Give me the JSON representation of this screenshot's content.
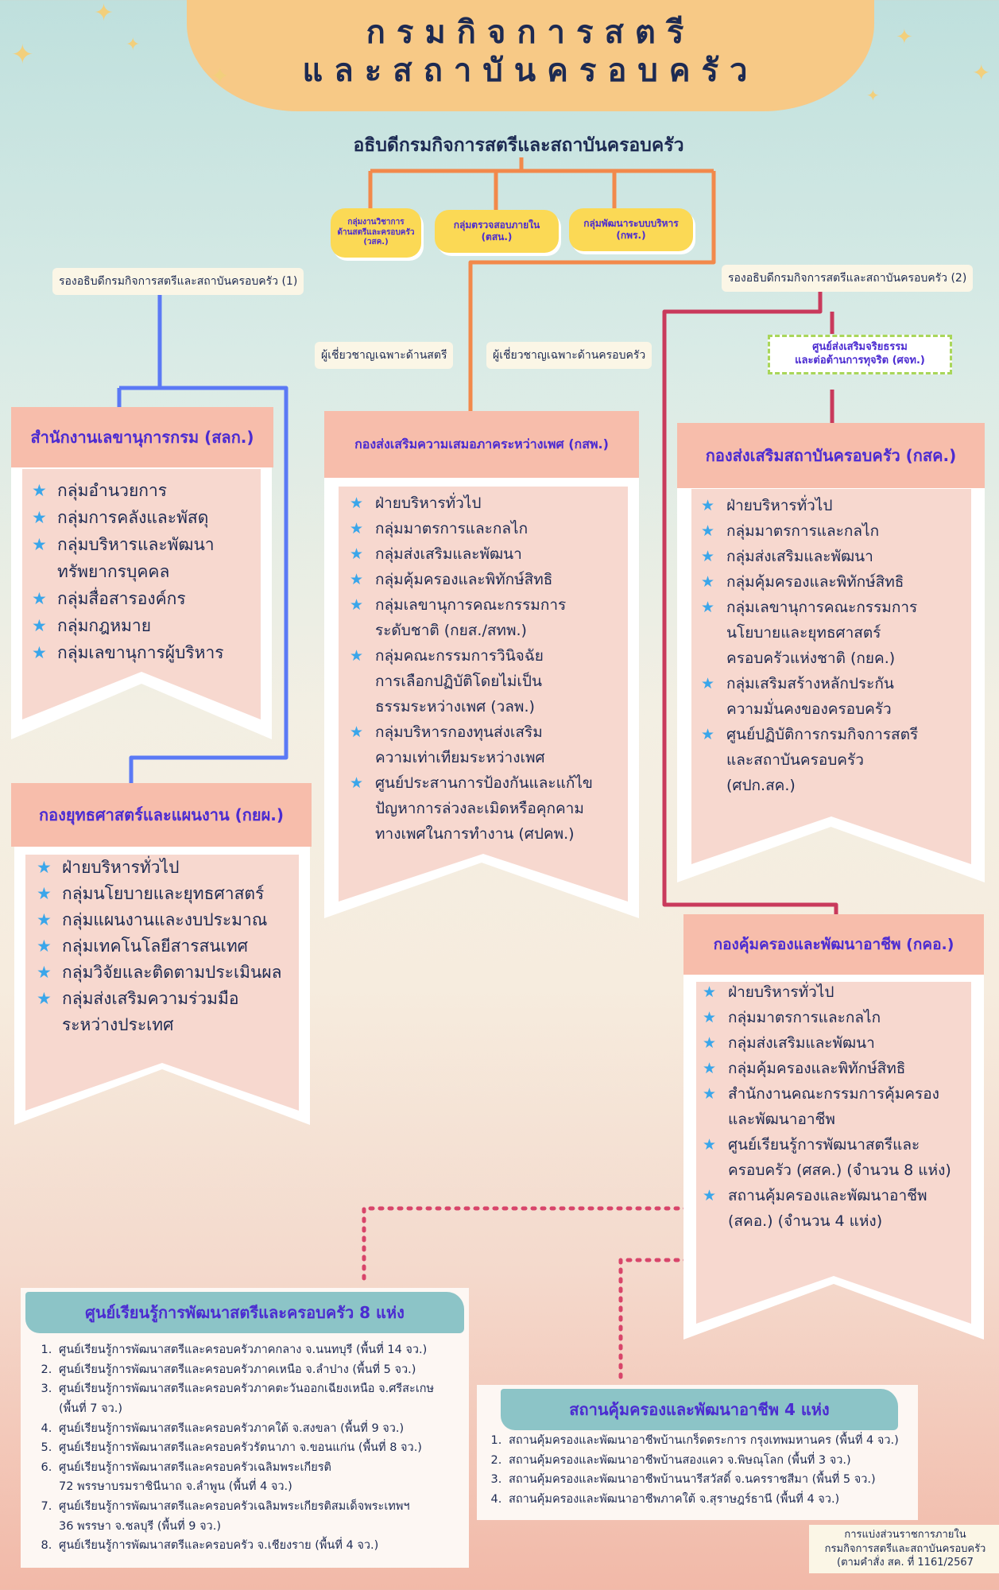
{
  "title": {
    "line1": "กรมกิจการสตรี",
    "line2": "และสถาบันครอบครัว"
  },
  "chief": "อธิบดีกรมกิจการสตรีและสถาบันครอบครัว",
  "staff_units": [
    {
      "label": "กลุ่มงานวิชาการ\nด้านสตรีและครอบครัว\n(วสค.)"
    },
    {
      "label": "กลุ่มตรวจสอบภายใน\n(ตสน.)"
    },
    {
      "label": "กลุ่มพัฒนาระบบบริหาร\n(กพร.)"
    }
  ],
  "deputy1": "รองอธิบดีกรมกิจการสตรีและสถาบันครอบครัว (1)",
  "deputy2": "รองอธิบดีกรมกิจการสตรีและสถาบันครอบครัว (2)",
  "expert_women": "ผู้เชี่ยวชาญเฉพาะด้านสตรี",
  "expert_family": "ผู้เชี่ยวชาญเฉพาะด้านครอบครัว",
  "ethics_center": "ศูนย์ส่งเสริมจริยธรรม\nและต่อต้านการทุจริต (ศจท.)",
  "divisions": {
    "slk": {
      "title": "สำนักงานเลขานุการกรม (สลก.)",
      "items": [
        "กลุ่มอำนวยการ",
        "กลุ่มการคลังและพัสดุ",
        "กลุ่มบริหารและพัฒนา\nทรัพยากรบุคคล",
        "กลุ่มสื่อสารองค์กร",
        "กลุ่มกฎหมาย",
        "กลุ่มเลขานุการผู้บริหาร"
      ]
    },
    "kyp": {
      "title": "กองยุทธศาสตร์และแผนงาน (กยผ.)",
      "items": [
        "ฝ่ายบริหารทั่วไป",
        "กลุ่มนโยบายและยุทธศาสตร์",
        "กลุ่มแผนงานและงบประมาณ",
        "กลุ่มเทคโนโลยีสารสนเทศ",
        "กลุ่มวิจัยและติดตามประเมินผล",
        "กลุ่มส่งเสริมความร่วมมือ\nระหว่างประเทศ"
      ]
    },
    "ksp": {
      "title": "กองส่งเสริมความเสมอภาคระหว่างเพศ (กสพ.)",
      "items": [
        "ฝ่ายบริหารทั่วไป",
        "กลุ่มมาตรการและกลไก",
        "กลุ่มส่งเสริมและพัฒนา",
        "กลุ่มคุ้มครองและพิทักษ์สิทธิ",
        "กลุ่มเลขานุการคณะกรรมการ\nระดับชาติ (กยส./สทพ.)",
        "กลุ่มคณะกรรมการวินิจฉัย\nการเลือกปฏิบัติโดยไม่เป็น\nธรรมระหว่างเพศ (วลพ.)",
        "กลุ่มบริหารกองทุนส่งเสริม\nความเท่าเทียมระหว่างเพศ",
        "ศูนย์ประสานการป้องกันและแก้ไข\nปัญหาการล่วงละเมิดหรือคุกคาม\nทางเพศในการทำงาน (ศปคพ.)"
      ]
    },
    "ksk": {
      "title": "กองส่งเสริมสถาบันครอบครัว (กสค.)",
      "items": [
        "ฝ่ายบริหารทั่วไป",
        "กลุ่มมาตรการและกลไก",
        "กลุ่มส่งเสริมและพัฒนา",
        "กลุ่มคุ้มครองและพิทักษ์สิทธิ",
        "กลุ่มเลขานุการคณะกรรมการ\nนโยบายและยุทธศาสตร์\nครอบครัวแห่งชาติ (กยค.)",
        "กลุ่มเสริมสร้างหลักประกัน\nความมั่นคงของครอบครัว",
        "ศูนย์ปฏิบัติการกรมกิจการสตรี\nและสถาบันครอบครัว\n(ศปก.สค.)"
      ]
    },
    "kko": {
      "title": "กองคุ้มครองและพัฒนาอาชีพ (กคอ.)",
      "items": [
        "ฝ่ายบริหารทั่วไป",
        "กลุ่มมาตรการและกลไก",
        "กลุ่มส่งเสริมและพัฒนา",
        "กลุ่มคุ้มครองและพิทักษ์สิทธิ",
        "สำนักงานคณะกรรมการคุ้มครอง\nและพัฒนาอาชีพ",
        "ศูนย์เรียนรู้การพัฒนาสตรีและ\nครอบครัว (ศสค.) (จำนวน 8 แห่ง)",
        "สถานคุ้มครองและพัฒนาอาชีพ\n(สคอ.) (จำนวน 4 แห่ง)"
      ]
    }
  },
  "learning_centers": {
    "title": "ศูนย์เรียนรู้การพัฒนาสตรีและครอบครัว 8 แห่ง",
    "items": [
      "ศูนย์เรียนรู้การพัฒนาสตรีและครอบครัวภาคกลาง จ.นนทบุรี (พื้นที่ 14 จว.)",
      "ศูนย์เรียนรู้การพัฒนาสตรีและครอบครัวภาคเหนือ จ.ลำปาง (พื้นที่ 5 จว.)",
      "ศูนย์เรียนรู้การพัฒนาสตรีและครอบครัวภาคตะวันออกเฉียงเหนือ จ.ศรีสะเกษ\n(พื้นที่ 7 จว.)",
      "ศูนย์เรียนรู้การพัฒนาสตรีและครอบครัวภาคใต้ จ.สงขลา (พื้นที่ 9 จว.)",
      "ศูนย์เรียนรู้การพัฒนาสตรีและครอบครัวรัตนาภา จ.ขอนแก่น (พื้นที่ 8 จว.)",
      "ศูนย์เรียนรู้การพัฒนาสตรีและครอบครัวเฉลิมพระเกียรติ\n72 พรรษาบรมราชินีนาถ จ.ลำพูน (พื้นที่ 4 จว.)",
      "ศูนย์เรียนรู้การพัฒนาสตรีและครอบครัวเฉลิมพระเกียรติสมเด็จพระเทพฯ\n36 พรรษา จ.ชลบุรี (พื้นที่ 9 จว.)",
      "ศูนย์เรียนรู้การพัฒนาสตรีและครอบครัว จ.เชียงราย (พื้นที่ 4 จว.)"
    ]
  },
  "shelters": {
    "title": "สถานคุ้มครองและพัฒนาอาชีพ 4 แห่ง",
    "items": [
      "สถานคุ้มครองและพัฒนาอาชีพบ้านเกร็ดตระการ กรุงเทพมหานคร (พื้นที่ 4 จว.)",
      "สถานคุ้มครองและพัฒนาอาชีพบ้านสองแคว จ.พิษณุโลก (พื้นที่ 3 จว.)",
      "สถานคุ้มครองและพัฒนาอาชีพบ้านนารีสวัสดิ์ จ.นครราชสีมา (พื้นที่ 5 จว.)",
      "สถานคุ้มครองและพัฒนาอาชีพภาคใต้ จ.สุราษฎร์ธานี (พื้นที่ 4 จว.)"
    ]
  },
  "footnote": "การแบ่งส่วนราชการภายใน\nกรมกิจการสตรีและสถาบันครอบครัว\n(ตามคำสั่ง สค. ที่ 1161/2567",
  "colors": {
    "blue_line": "#5b79f5",
    "orange_line": "#f2894b",
    "red_line": "#c93a5c",
    "dot_line": "#d8456a",
    "purple_text": "#4b2bd1",
    "star": "#3aa6ea"
  },
  "icons": {
    "bullet": "star-icon",
    "decoration": "sparkle-icon"
  }
}
